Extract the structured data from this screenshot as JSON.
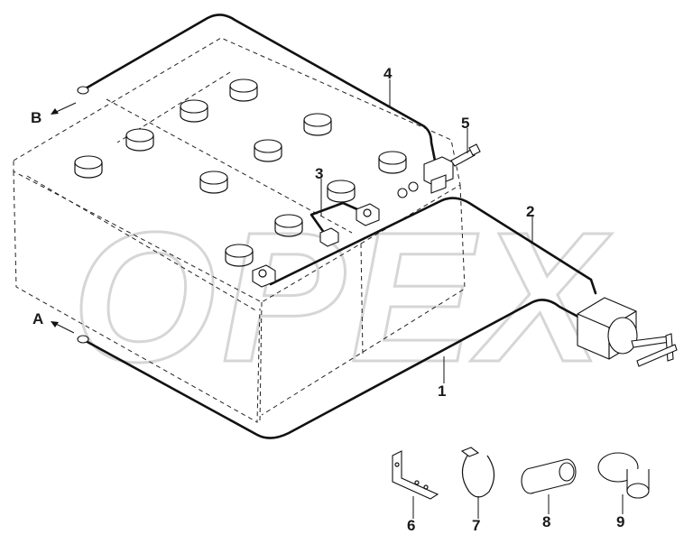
{
  "diagram": {
    "corner_mark": "",
    "callouts": [
      {
        "id": "1",
        "text": "1"
      },
      {
        "id": "2",
        "text": "2"
      },
      {
        "id": "3",
        "text": "3"
      },
      {
        "id": "4",
        "text": "4"
      },
      {
        "id": "5",
        "text": "5"
      },
      {
        "id": "6",
        "text": "6"
      },
      {
        "id": "7",
        "text": "7"
      },
      {
        "id": "8",
        "text": "8"
      },
      {
        "id": "9",
        "text": "9"
      }
    ],
    "ends": [
      {
        "id": "A",
        "text": "A"
      },
      {
        "id": "B",
        "text": "B"
      }
    ],
    "watermark": "OPEX"
  }
}
